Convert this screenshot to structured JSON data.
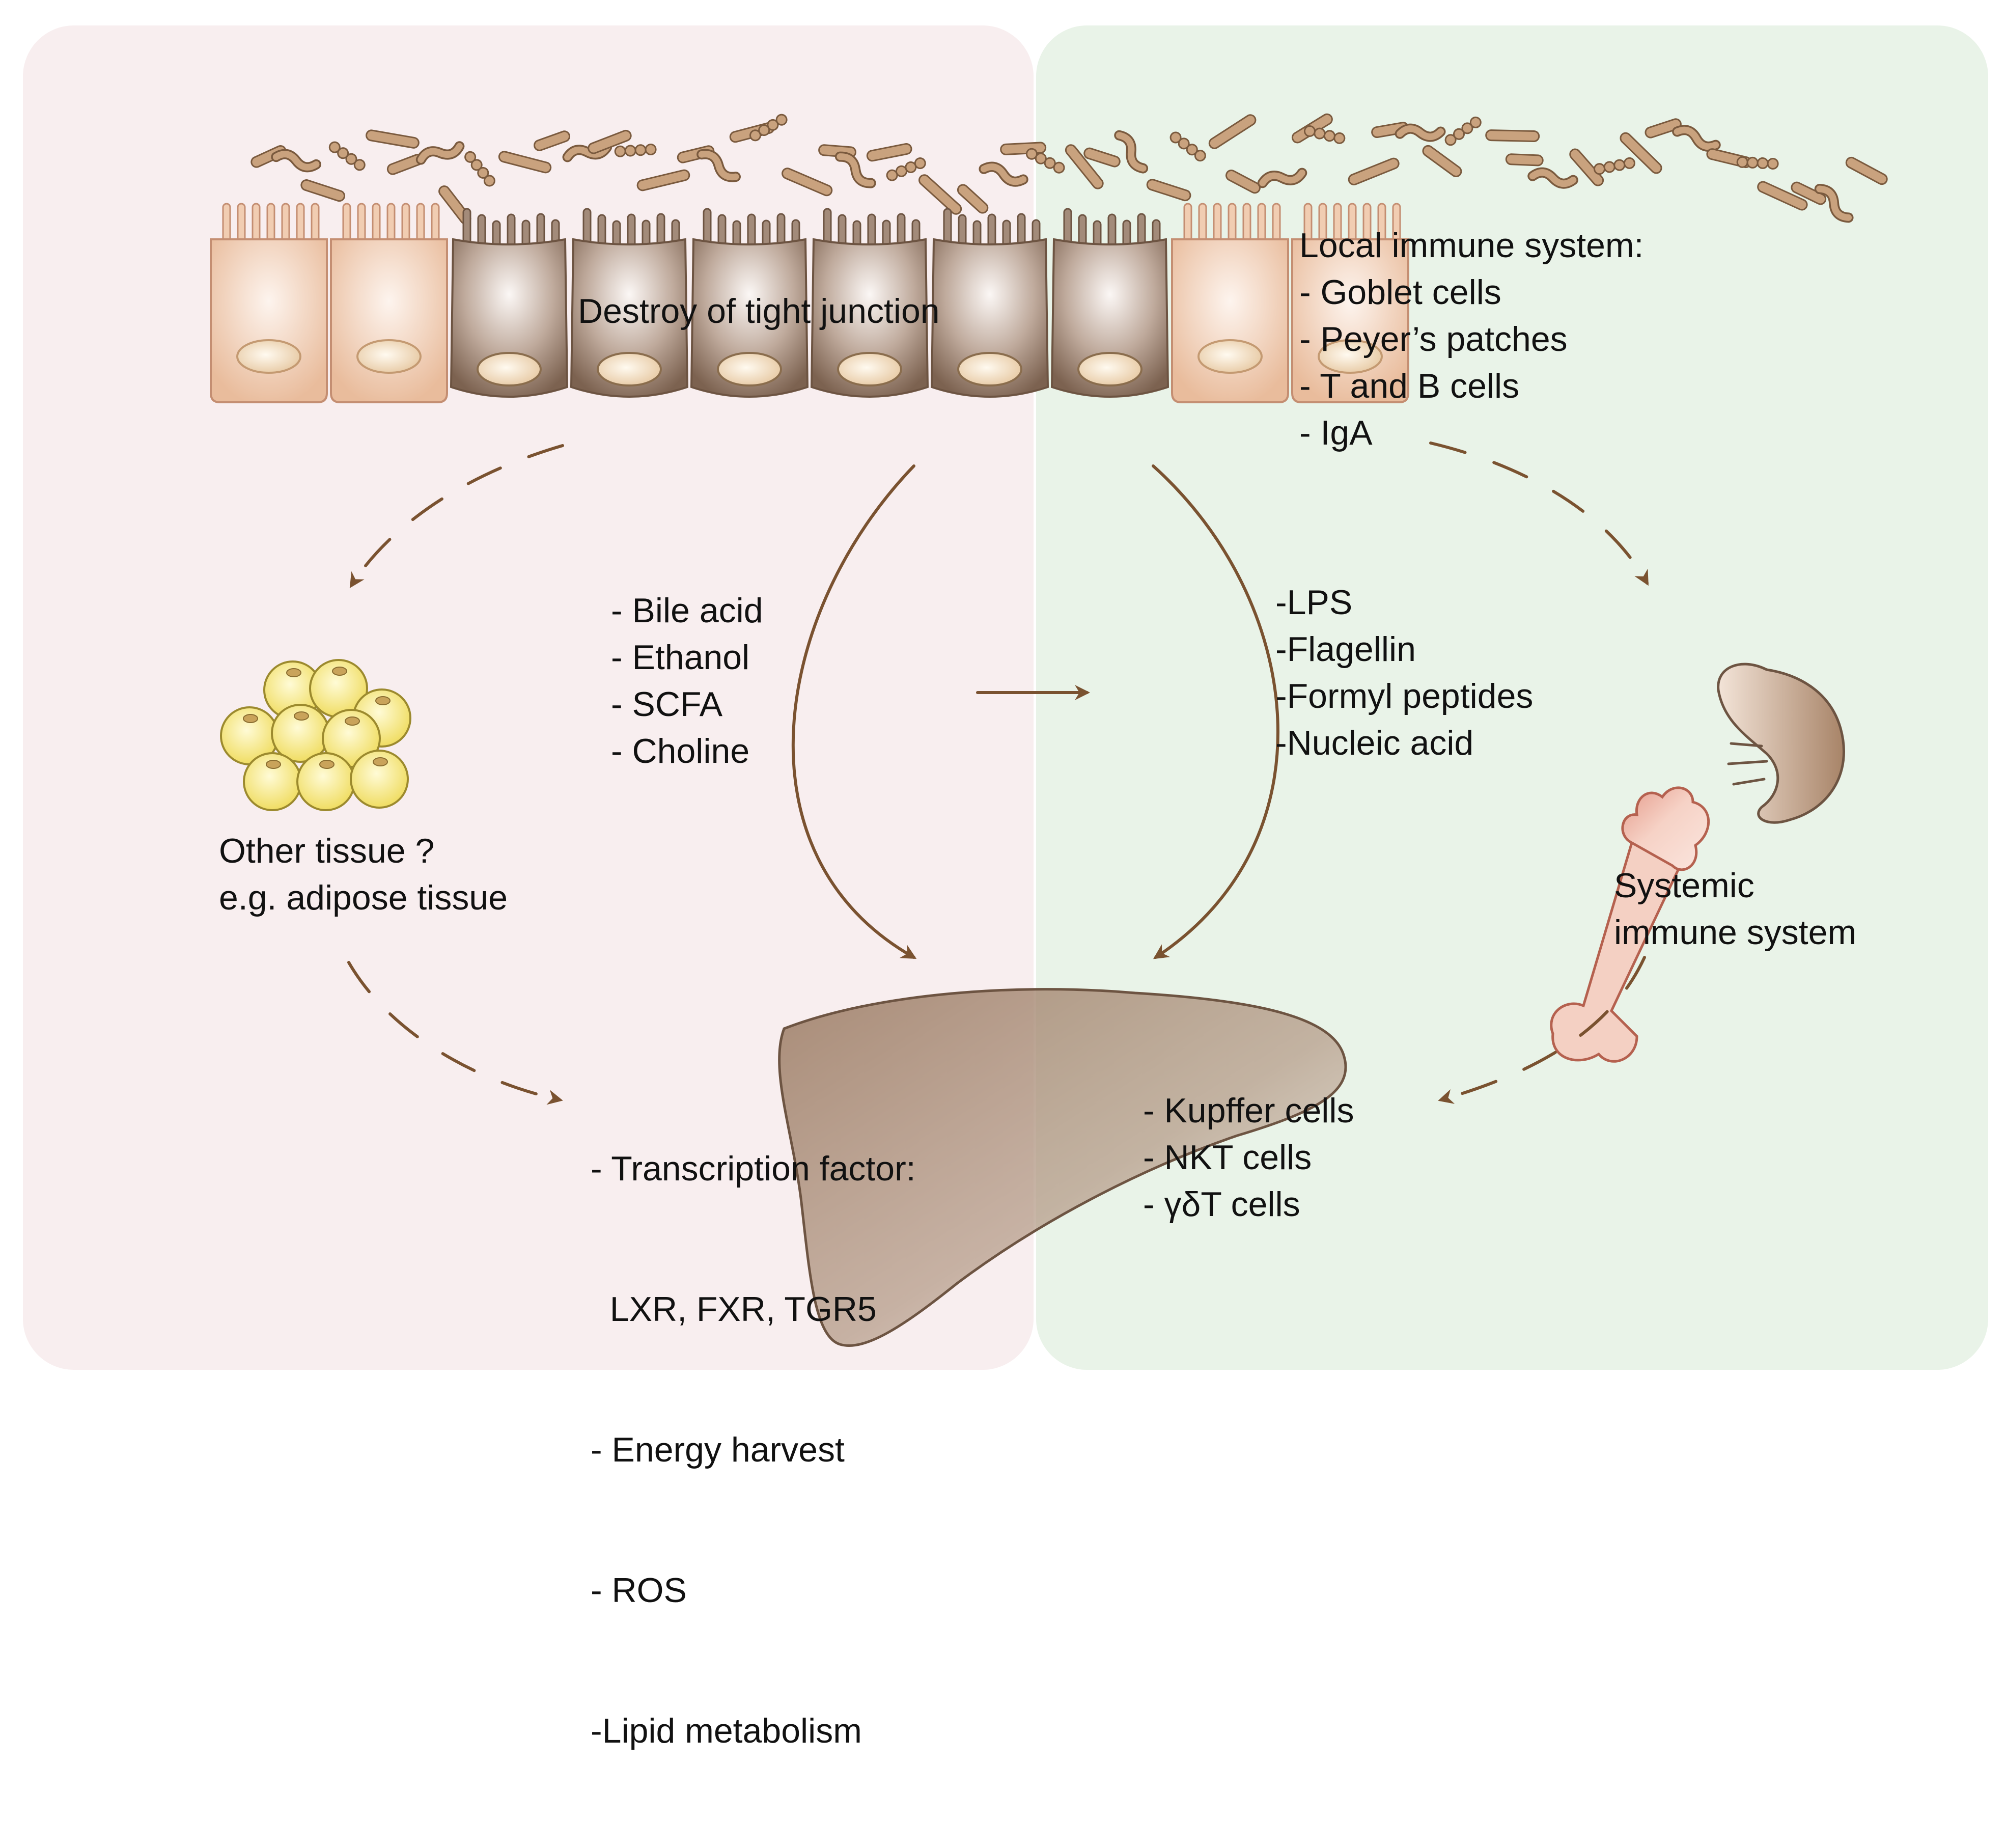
{
  "texts": {
    "tight_junction": "Destroy of tight junction",
    "local_immune": [
      "Local immune system:",
      "- Goblet cells",
      "- Peyer’s patches",
      "- T and B cells",
      "- IgA"
    ],
    "metabolites": [
      "- Bile acid",
      "- Ethanol",
      "- SCFA",
      "- Choline"
    ],
    "microbial_products": [
      "-LPS",
      "-Flagellin",
      "-Formyl peptides",
      "-Nucleic acid"
    ],
    "other_tissue": [
      "Other tissue ?",
      "e.g. adipose tissue"
    ],
    "systemic_immune": [
      "Systemic",
      "immune system"
    ],
    "liver_effects": [
      "- Transcription factor:",
      "  LXR, FXR, TGR5",
      "- Energy harvest",
      "- ROS",
      "-Lipid metabolism"
    ],
    "liver_cells": [
      "- Kupffer cells",
      "- NKT cells",
      "- γδT cells"
    ]
  },
  "colors": {
    "left_panel": "#f8eeef",
    "right_panel": "#e9f3e8",
    "arrow": "#7a5230",
    "healthy_cell": "#f1cdb2",
    "damaged_cell": "#8e7563",
    "bacteria": "#b08a66",
    "adipocyte": "#f7ec86",
    "bone": "#f2c2b0",
    "spleen": "#c7a993",
    "liver": "#a88c77"
  },
  "icons": [
    "gut-bacteria-icon",
    "intestinal-epithelium-icon",
    "adipocyte-cluster-icon",
    "bone-icon",
    "spleen-icon",
    "liver-icon"
  ]
}
